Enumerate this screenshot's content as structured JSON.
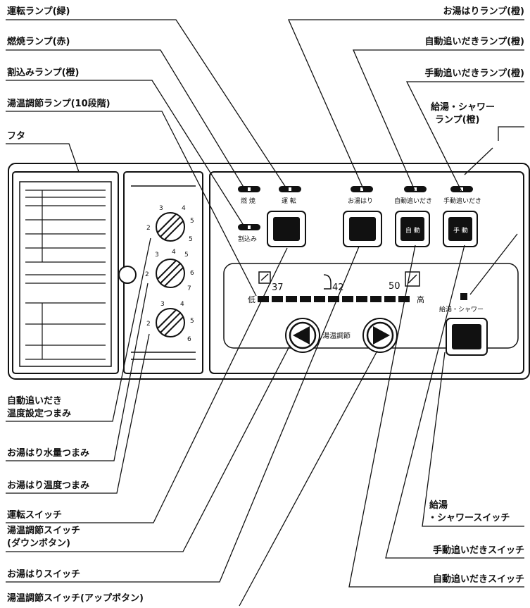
{
  "callouts": {
    "unten_lamp": "運転ランプ(緑)",
    "nensho_lamp": "燃焼ランプ(赤)",
    "warikomi_lamp": "割込みランプ(橙)",
    "yuon_lamp": "湯温調節ランプ(10段階)",
    "futa": "フタ",
    "oyuhari_lamp": "お湯はりランプ(橙)",
    "jidou_lamp": "自動追いだきランプ(橙)",
    "shudou_lamp": "手動追いだきランプ(橙)",
    "kyuto_lamp_1": "給湯・シャワー",
    "kyuto_lamp_2": "ランプ(橙)",
    "jidou_knob_1": "自動追いだき",
    "jidou_knob_2": "温度設定つまみ",
    "suiryo_knob": "お湯はり水量つまみ",
    "ondo_knob": "お湯はり温度つまみ",
    "unten_switch": "運転スイッチ",
    "down_switch_1": "湯温調節スイッチ",
    "down_switch_2": "(ダウンボタン)",
    "oyuhari_switch": "お湯はりスイッチ",
    "up_switch": "湯温調節スイッチ(アップボタン)",
    "kyuto_switch_1": "給湯",
    "kyuto_switch_2": "・シャワースイッチ",
    "shudou_switch": "手動追いだきスイッチ",
    "jidou_switch": "自動追いだきスイッチ"
  },
  "panel": {
    "nensho": "燃 焼",
    "unten": "運 転",
    "warikomi": "割込み",
    "oyuhari": "お湯はり",
    "jidou": "自動追いだき",
    "shudou": "手動追いだき",
    "btn_jidou": "自 動",
    "btn_shudou": "手 動",
    "temp_37": "37",
    "temp_42": "42",
    "temp_50": "50",
    "low": "低",
    "high": "高",
    "yuon_chousetsu": "湯温調節",
    "kyuto_shower": "給湯・シャワー"
  },
  "knobs": {
    "knob1_scale": [
      "2",
      "3",
      "4",
      "5",
      "5"
    ],
    "knob2_scale": [
      "2",
      "3",
      "4",
      "5",
      "6",
      "7"
    ],
    "knob3_scale": [
      "2",
      "3",
      "4",
      "5",
      "6"
    ]
  }
}
